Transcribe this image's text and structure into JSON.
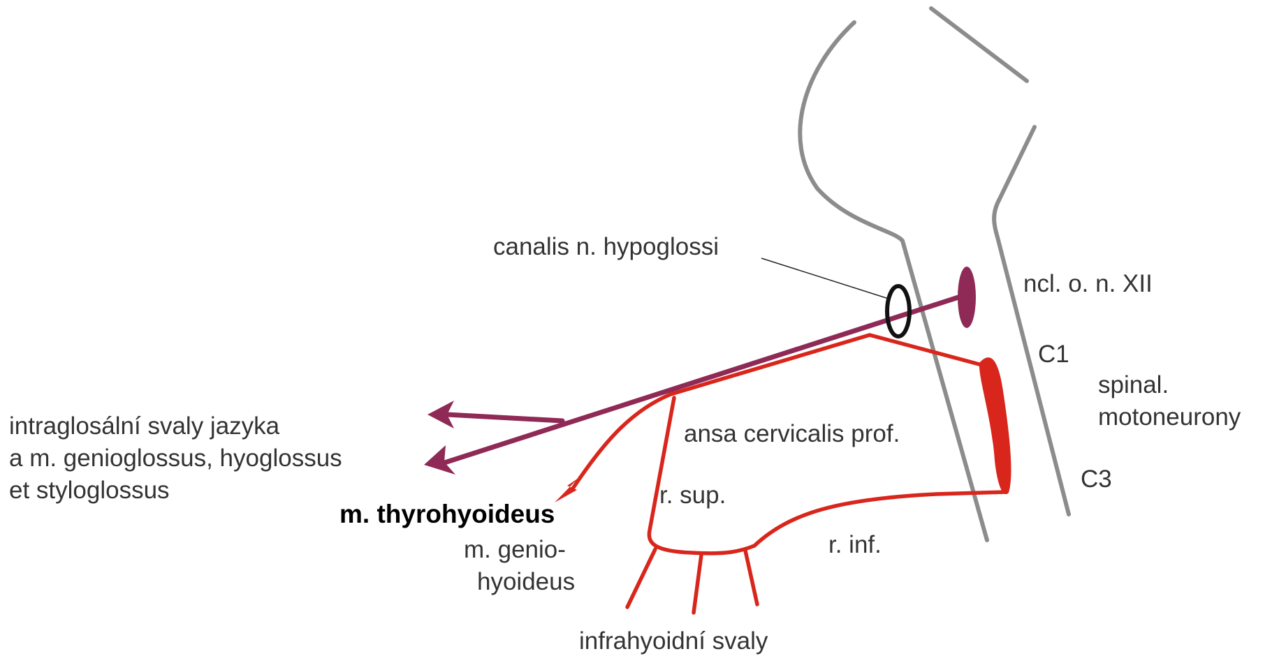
{
  "colors": {
    "wall": "#8c8c8c",
    "nerve_red": "#d9261c",
    "nerve_purple": "#8e2a55",
    "canal_ring": "#111111",
    "leader_line": "#222222",
    "text": "#333333"
  },
  "labels": {
    "canalis": "canalis n. hypoglossi",
    "ncl": "ncl. o. n. XII",
    "c1": "C1",
    "spinal_line1": "spinal.",
    "spinal_line2": "motoneurony",
    "c3": "C3",
    "intraglossal_line1": "intraglosální svaly jazyka",
    "intraglossal_line2": "a m. genioglossus, hyoglossus",
    "intraglossal_line3": "et styloglossus",
    "ansa": "ansa cervicalis prof.",
    "r_sup": "r. sup.",
    "r_inf": "r. inf.",
    "thyrohyoideus": "m. thyrohyoideus",
    "geniohyoideus_line1": "m. genio-",
    "geniohyoideus_line2": "hyoideus",
    "infrahyoid": "infrahyoidní svaly"
  }
}
